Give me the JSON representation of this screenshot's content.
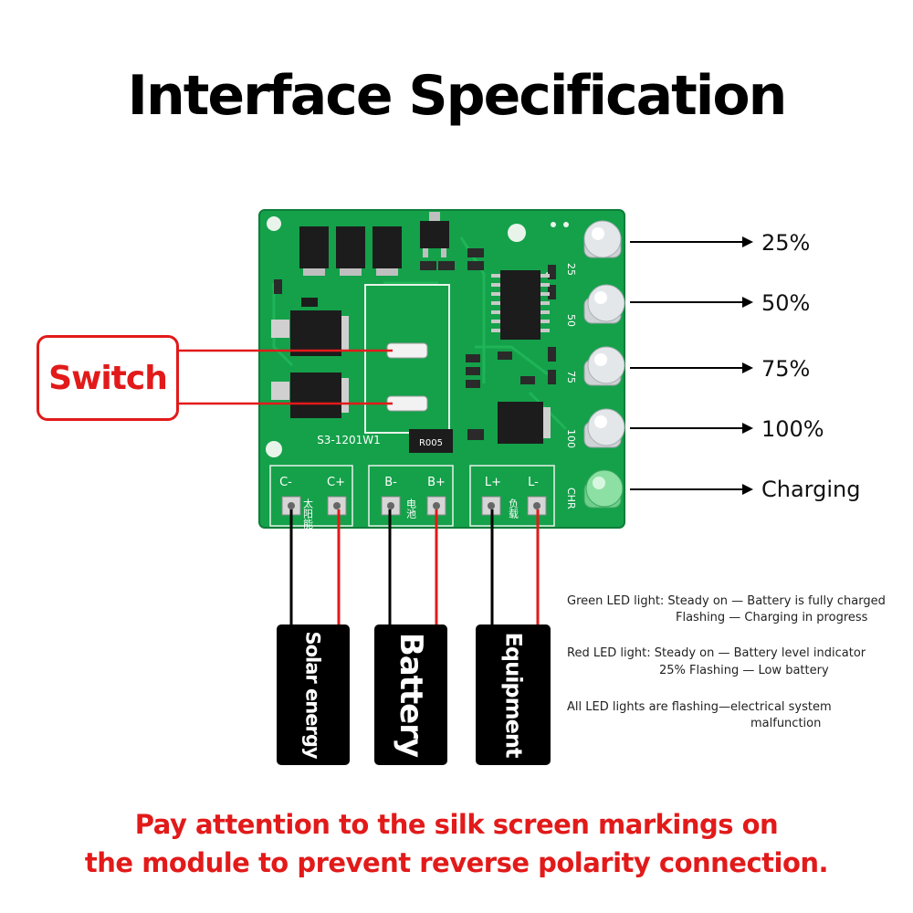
{
  "title": "Interface Specification",
  "board": {
    "model": "S3-1201W1",
    "resistor": "R005",
    "terminals": [
      {
        "minus": "C-",
        "plus": "C+",
        "cn": "太阳能"
      },
      {
        "minus": "B-",
        "plus": "B+",
        "cn": "电池"
      },
      {
        "minus": "L+",
        "plus": "L-",
        "cn": "负载"
      }
    ],
    "led_marks": [
      "25",
      "50",
      "75",
      "100",
      "CHR"
    ],
    "board_color": "#14a14a"
  },
  "leds": [
    "25%",
    "50%",
    "75%",
    "100%",
    "Charging"
  ],
  "switch_label": "Switch",
  "connections": [
    "Solar energy",
    "Battery",
    "Equipment"
  ],
  "notes": {
    "green_line1": "Green LED light: Steady on — Battery is fully charged",
    "green_line2": "Flashing — Charging in progress",
    "red_line1": "Red LED light: Steady on — Battery level indicator",
    "red_line2": "25% Flashing — Low battery",
    "all_line1": "All LED lights are flashing—electrical system",
    "all_line2": "malfunction"
  },
  "warning_line1": "Pay attention to the silk screen markings on",
  "warning_line2": "the module to prevent reverse polarity connection.",
  "colors": {
    "accent": "#e21a1a",
    "pcb": "#14a14a",
    "label_bg": "#000000"
  }
}
